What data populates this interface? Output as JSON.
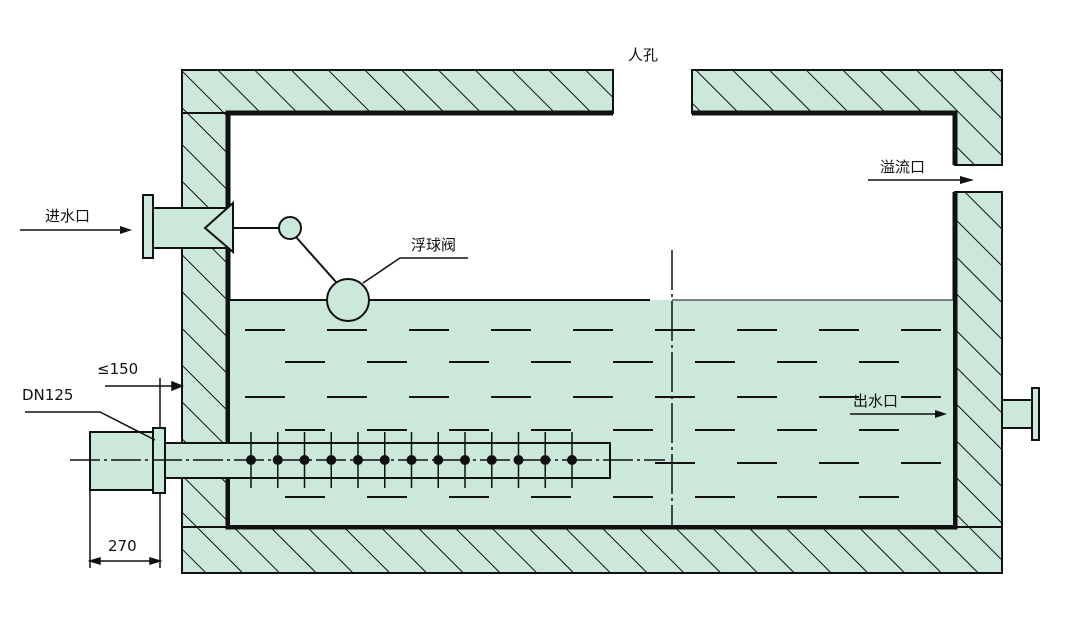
{
  "labels": {
    "manhole": "人孔",
    "overflow": "溢流口",
    "inlet": "进水口",
    "float_valve": "浮球阀",
    "outlet": "出水口",
    "dim_150": "≤150",
    "dn125": "DN125",
    "dim_270": "270"
  },
  "colors": {
    "water": "#cce8da",
    "line": "#111111"
  }
}
